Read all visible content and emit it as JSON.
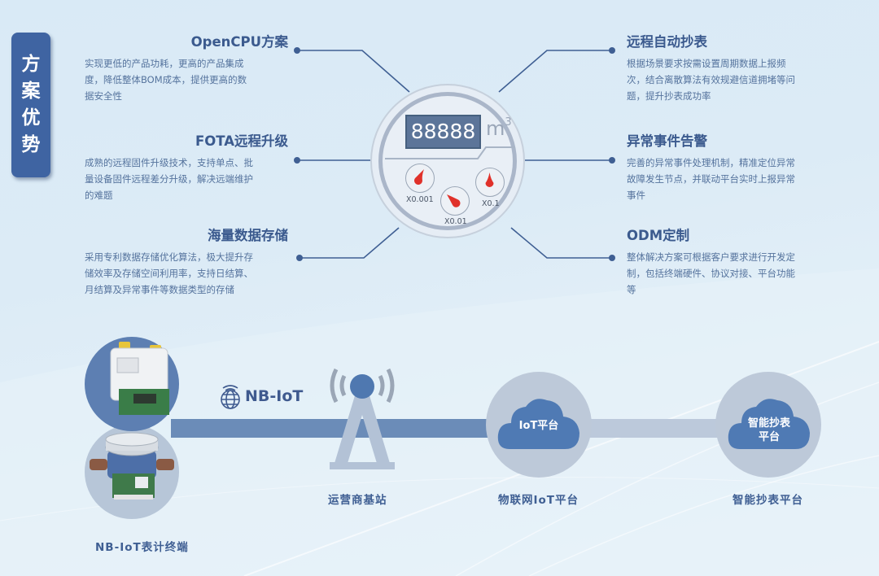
{
  "side_tab": {
    "chars": [
      "方",
      "案",
      "优",
      "势"
    ]
  },
  "features": {
    "left": [
      {
        "title": "OpenCPU方案",
        "desc": [
          "实现更低的产品功耗，更高的产品集成",
          "度，降低整体BOM成本，提供更高的数",
          "据安全性"
        ]
      },
      {
        "title": "FOTA远程升级",
        "desc": [
          "成熟的远程固件升级技术，支持单点、批",
          "量设备固件远程差分升级，解决远端维护",
          "的难题"
        ]
      },
      {
        "title": "海量数据存储",
        "desc": [
          "采用专利数据存储优化算法，极大提升存",
          "储效率及存储空间利用率，支持日结算、",
          "月结算及异常事件等数据类型的存储"
        ]
      }
    ],
    "right": [
      {
        "title": "远程自动抄表",
        "desc": [
          "根据场景要求按需设置周期数据上报频",
          "次，结合离散算法有效规避信道拥堵等问",
          "题，提升抄表成功率"
        ]
      },
      {
        "title": "异常事件告警",
        "desc": [
          "完善的异常事件处理机制，精准定位异常",
          "故障发生节点，并联动平台实时上报异常",
          "事件"
        ]
      },
      {
        "title": "ODM定制",
        "desc": [
          "整体解决方案可根据客户要求进行开发定",
          "制，包括终端硬件、协议对接、平台功能",
          "等"
        ]
      }
    ]
  },
  "meter": {
    "display": "88888",
    "unit": "m",
    "unit_sup": "3",
    "dials": [
      {
        "label": "X0.001"
      },
      {
        "label": "X0.01"
      },
      {
        "label": "X0.1"
      }
    ]
  },
  "flow": {
    "network_label": "NB-IoT",
    "terminal_label": "NB-IoT表计终端",
    "base_station_label": "运营商基站",
    "iot_cloud_text": "IoT平台",
    "iot_platform_label": "物联网IoT平台",
    "smart_cloud_text_line1": "智能抄表",
    "smart_cloud_text_line2": "平台",
    "smart_platform_label": "智能抄表平台"
  },
  "colors": {
    "primary": "#3f64a2",
    "heading": "#3b5a8e",
    "body_text": "#55739d",
    "track_dark": "#6b8cb8",
    "track_light": "#bcc9db",
    "dial_needle": "#e0312a",
    "background": "#dcebf6"
  }
}
